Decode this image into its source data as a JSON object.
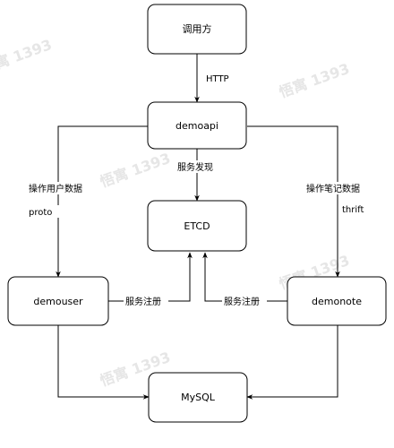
{
  "nodes": {
    "caller": "调用方",
    "demoapi": "demoapi",
    "etcd": "ETCD",
    "demouser": "demouser",
    "demonote": "demonote",
    "mysql": "MySQL"
  },
  "edges": {
    "caller_to_demoapi": "HTTP",
    "demoapi_to_etcd": "服务发现",
    "demoapi_to_demouser_line1": "操作用户数据",
    "demoapi_to_demouser_line2": "proto",
    "demoapi_to_demonote_line1": "操作笔记数据",
    "demoapi_to_demonote_line2": "thrift",
    "demouser_to_etcd": "服务注册",
    "demonote_to_etcd": "服务注册"
  },
  "watermarks": [
    "悟寓 1393",
    "悟寓 1393",
    "悟寓 1393",
    "悟寓 1393",
    "悟寓 1393"
  ]
}
